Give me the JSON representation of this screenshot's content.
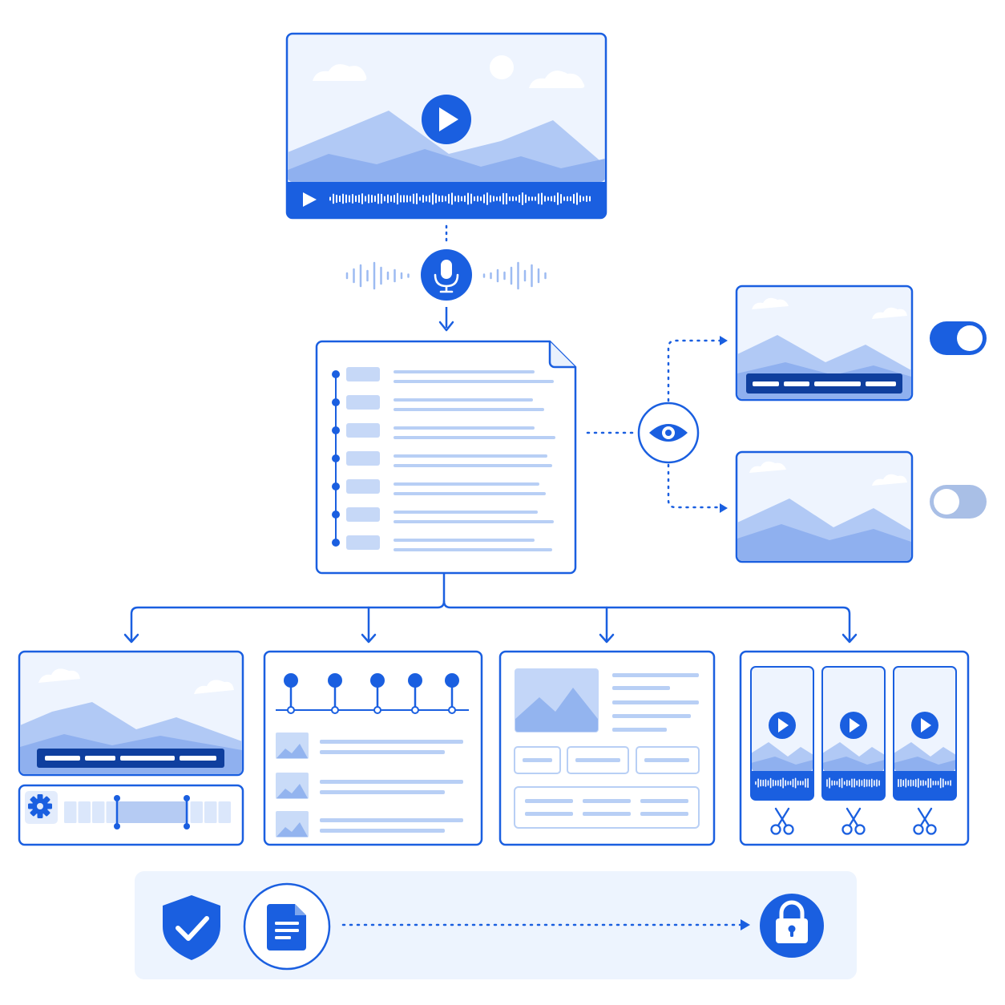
{
  "colors": {
    "primary": "#1a5fe0",
    "dark": "#0f3f9e",
    "light": "#e9f1fd",
    "panel": "#edf4fe",
    "mountain": "#a8c3f3",
    "mountain_light": "#c9dbf8",
    "line": "#b8cff5",
    "toggle_off": "#a9bfe6"
  },
  "icons": {
    "source_play": "play-icon",
    "microphone": "microphone-icon",
    "preview": "eye-icon",
    "settings": "gear-icon",
    "cut": "scissors-icon",
    "security": "shield-check-icon",
    "document": "document-icon",
    "lock": "lock-icon"
  },
  "toggles": {
    "captions_on": true,
    "no_captions_on": false
  },
  "transcript_lines": 7,
  "timeline_markers": 5,
  "clips": 3
}
